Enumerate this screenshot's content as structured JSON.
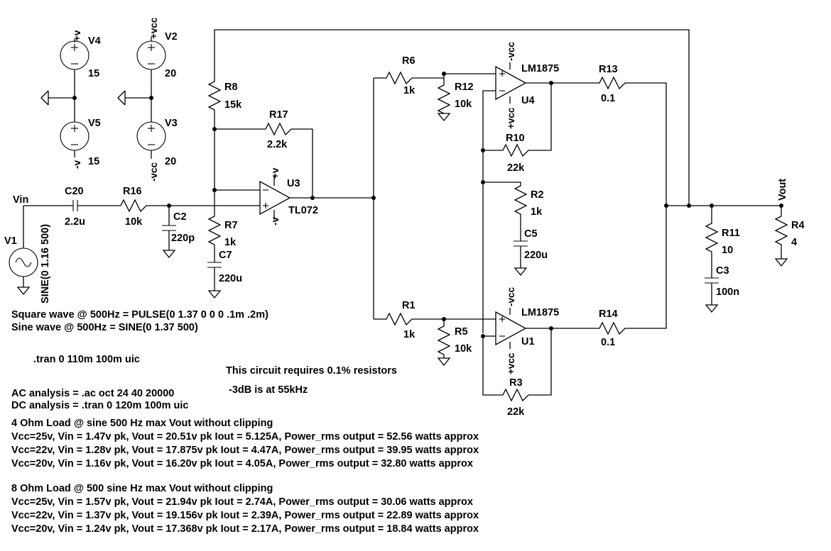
{
  "components": {
    "V4": {
      "name": "V4",
      "value": "15",
      "pin": "+v"
    },
    "V5": {
      "name": "V5",
      "value": "15",
      "pin": "-v"
    },
    "V2": {
      "name": "V2",
      "value": "20",
      "pin": "+vcc"
    },
    "V3": {
      "name": "V3",
      "value": "20",
      "pin": "-vcc"
    },
    "V1": {
      "name": "V1",
      "value": "SINE(0 1.16 500)",
      "net": "Vin"
    },
    "C20": {
      "name": "C20",
      "value": "2.2u"
    },
    "R16": {
      "name": "R16",
      "value": "10k"
    },
    "C2": {
      "name": "C2",
      "value": "220p"
    },
    "R8": {
      "name": "R8",
      "value": "15k"
    },
    "R17": {
      "name": "R17",
      "value": "2.2k"
    },
    "R7": {
      "name": "R7",
      "value": "1k"
    },
    "C7": {
      "name": "C7",
      "value": "220u"
    },
    "U3": {
      "name": "U3",
      "part": "TL072",
      "pos": "+v",
      "neg": "-v"
    },
    "R6": {
      "name": "R6",
      "value": "1k"
    },
    "R12": {
      "name": "R12",
      "value": "10k"
    },
    "U4": {
      "name": "U4",
      "part": "LM1875",
      "neg": "-vcc",
      "pos": "+vcc"
    },
    "R13": {
      "name": "R13",
      "value": "0.1"
    },
    "R10": {
      "name": "R10",
      "value": "22k"
    },
    "R2": {
      "name": "R2",
      "value": "1k"
    },
    "C5": {
      "name": "C5",
      "value": "220u"
    },
    "R1": {
      "name": "R1",
      "value": "1k"
    },
    "R5": {
      "name": "R5",
      "value": "10k"
    },
    "U1": {
      "name": "U1",
      "part": "LM1875",
      "neg": "-vcc",
      "pos": "+vcc"
    },
    "R14": {
      "name": "R14",
      "value": "0.1"
    },
    "R3": {
      "name": "R3",
      "value": "22k"
    },
    "R11": {
      "name": "R11",
      "value": "10"
    },
    "C3": {
      "name": "C3",
      "value": "100n"
    },
    "R4": {
      "name": "R4",
      "value": "4"
    },
    "Vout": {
      "net": "Vout"
    }
  },
  "notes": {
    "square": "Square wave @ 500Hz = PULSE(0 1.37 0 0 0 .1m .2m)",
    "sine": "Sine wave @ 500Hz = SINE(0 1.37 500)",
    "tran": ".tran 0 110m 100m uic",
    "req": "This circuit requires 0.1% resistors",
    "db": "-3dB is at 55kHz",
    "ac": "AC analysis = .ac oct 24 40 20000",
    "dc": "DC analysis = .tran 0 120m 100m uic",
    "h4": "4 Ohm Load @ sine 500 Hz max Vout without clipping",
    "l4a": "Vcc=25v, Vin = 1.47v pk, Vout = 20.51v pk Iout = 5.125A, Power_rms output = 52.56 watts approx",
    "l4b": "Vcc=22v, Vin = 1.28v pk, Vout = 17.875v pk Iout = 4.47A, Power_rms output = 39.95 watts approx",
    "l4c": "Vcc=20v, Vin = 1.16v pk, Vout = 16.20v pk Iout = 4.05A, Power_rms output = 32.80 watts approx",
    "h8": "8 Ohm Load @ 500 sine Hz max Vout without clipping",
    "l8a": "Vcc=25v, Vin = 1.57v pk, Vout = 21.94v pk Iout = 2.74A, Power_rms output = 30.06 watts approx",
    "l8b": "Vcc=22v, Vin = 1.37v pk, Vout = 19.156v pk Iout = 2.39A, Power_rms output = 22.89 watts approx",
    "l8c": "Vcc=20v, Vin = 1.24v pk, Vout = 17.368v pk Iout = 2.17A, Power_rms output = 18.84 watts approx"
  }
}
